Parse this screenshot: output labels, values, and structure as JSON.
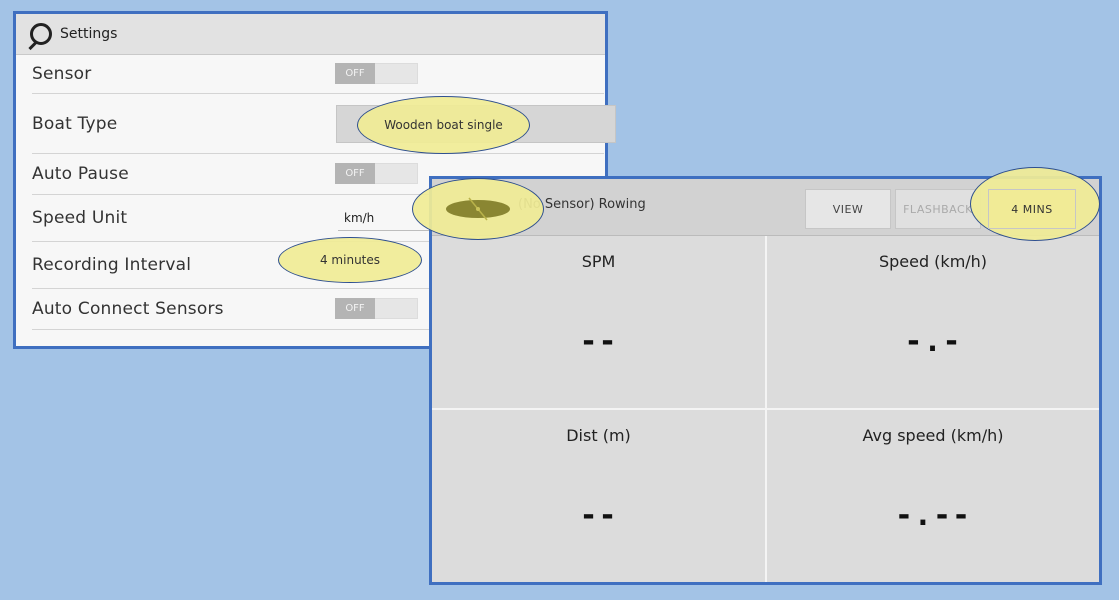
{
  "settings": {
    "title": "Settings",
    "sensor": {
      "label": "Sensor",
      "value": "OFF"
    },
    "boat_type": {
      "label": "Boat Type",
      "value": "Wooden boat single"
    },
    "auto_pause": {
      "label": "Auto Pause",
      "value": "OFF"
    },
    "speed_unit": {
      "label": "Speed Unit",
      "value": "km/h"
    },
    "recording_interval": {
      "label": "Recording Interval",
      "value": "4 minutes"
    },
    "auto_connect": {
      "label": "Auto Connect Sensors",
      "value": "OFF"
    }
  },
  "rowing": {
    "title": "(No Sensor) Rowing",
    "buttons": {
      "view": "VIEW",
      "flashback": "FLASHBACK",
      "mins": "4 MINS"
    },
    "metrics": [
      {
        "title": "SPM",
        "value": "--"
      },
      {
        "title": "Speed (km/h)",
        "value": "-.-"
      },
      {
        "title": "Dist (m)",
        "value": "--"
      },
      {
        "title": "Avg speed (km/h)",
        "value": "-.--"
      }
    ]
  },
  "colors": {
    "background": "#a3c3e6",
    "panel_border": "#3f6fc0",
    "highlight": "#f0ec96"
  },
  "icons": {
    "app": "magnifier-logo-icon",
    "boat": "rowing-boat-icon"
  }
}
